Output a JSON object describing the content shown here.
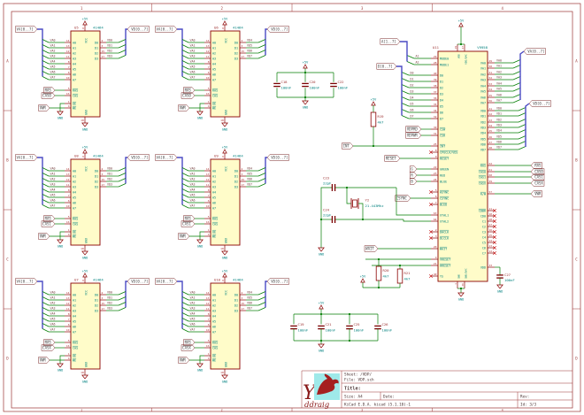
{
  "colors": {
    "wire": "#007c00",
    "bus": "#4a4ac4",
    "component_outline": "#8a0000",
    "component_fill": "#fffcc9",
    "pin_number": "#b03535",
    "pin_name": "#00807e",
    "reference": "#9c2f2f",
    "value_text": "#00807e",
    "frame": "#9c3434",
    "logo_cyan": "#9fe9e9",
    "logo_red": "#8a1a1a"
  },
  "power": {
    "vcc": "+5V",
    "gnd": "GND"
  },
  "sheet": {
    "rows": [
      "A",
      "B",
      "C",
      "D"
    ],
    "cols": [
      "1",
      "2",
      "3",
      "4"
    ]
  },
  "title_block": {
    "sheet": "Sheet: /VDP/",
    "file": "File: VDP.sch",
    "title": "Title:",
    "size": "Size: A4",
    "date": "Date:",
    "rev": "Rev:",
    "kicad": "KiCad E.D.A.  kicad (5.1.10)-1",
    "id": "Id: 3/3",
    "logo_y": "Y",
    "logo_name": "ddraig"
  },
  "dram": {
    "value": "41464",
    "bus_left": "VA[0..7]",
    "bus_right": "VD[0..7]",
    "vcc_pin": {
      "num": "9",
      "name": "VCC"
    },
    "gnd_pin": {
      "num": "18",
      "name": "GND"
    },
    "addr_pins": [
      {
        "num": "14",
        "name": "A0",
        "signal": "VA0"
      },
      {
        "num": "13",
        "name": "A1",
        "signal": "VA1"
      },
      {
        "num": "12",
        "name": "A2",
        "signal": "VA2"
      },
      {
        "num": "11",
        "name": "A3",
        "signal": "VA3"
      },
      {
        "num": "8",
        "name": "A4",
        "signal": "VA4"
      },
      {
        "num": "7",
        "name": "A5",
        "signal": "VA5"
      },
      {
        "num": "6",
        "name": "A6",
        "signal": "VA6"
      },
      {
        "num": "10",
        "name": "A7",
        "signal": "VA7"
      }
    ],
    "ras_pin": {
      "num": "5",
      "name": "RAS",
      "signal": "RAS"
    },
    "cas_pin": {
      "num": "16",
      "name": "CAS"
    },
    "oe_pin": {
      "num": "1",
      "name": "OE"
    },
    "we_pin": {
      "num": "4",
      "name": "WE",
      "signal": "VWR"
    },
    "data_pins": [
      {
        "num": "2",
        "name": "D0"
      },
      {
        "num": "3",
        "name": "D1"
      },
      {
        "num": "15",
        "name": "D2"
      },
      {
        "num": "17",
        "name": "D3"
      }
    ],
    "chips": [
      {
        "ref": "U5",
        "cas": "CAS0",
        "outputs": [
          "VD0",
          "VD1",
          "VD2",
          "VD3"
        ]
      },
      {
        "ref": "U6",
        "cas": "CAS0",
        "outputs": [
          "VD4",
          "VD5",
          "VD6",
          "VD7"
        ]
      },
      {
        "ref": "U8",
        "cas": "CAS1",
        "outputs": [
          "VD0",
          "VD1",
          "VD2",
          "VD3"
        ]
      },
      {
        "ref": "U9",
        "cas": "CAS1",
        "outputs": [
          "VD4",
          "VD5",
          "VD6",
          "VD7"
        ]
      },
      {
        "ref": "U7",
        "cas": "CASX",
        "outputs": [
          "VD0",
          "VD1",
          "VD2",
          "VD3"
        ]
      },
      {
        "ref": "U10",
        "cas": "CASX",
        "outputs": [
          "VD4",
          "VD5",
          "VD6",
          "VD7"
        ]
      }
    ]
  },
  "vdp": {
    "ref": "U11",
    "value": "V9958",
    "top_pins": [
      {
        "num": "19",
        "name": "VDD"
      },
      {
        "num": "27",
        "name": "VDD/DAC"
      }
    ],
    "bottom_pins": [
      {
        "num": "1",
        "name": "GND"
      },
      {
        "num": "26",
        "name": "GND/DAC"
      }
    ],
    "bus_a": {
      "label": "A[1..7]",
      "wires": [
        "A1",
        "A2"
      ]
    },
    "bus_d": {
      "label": "D[0..7]",
      "wires": [
        "D0",
        "D1",
        "D2",
        "D3",
        "D4",
        "D5",
        "D6",
        "D7"
      ]
    },
    "bus_va": {
      "label": "VA[0..7]",
      "wires": [
        "VA0",
        "VA1",
        "VA2",
        "VA3",
        "VA4",
        "VA5",
        "VA6",
        "VA7"
      ]
    },
    "bus_vd": {
      "label": "VD[0..7]",
      "wires": [
        "VD0",
        "VD1",
        "VD2",
        "VD3",
        "VD4",
        "VD5",
        "VD6",
        "VD7"
      ]
    },
    "left_pins": [
      {
        "num": "29",
        "name": "MODE0"
      },
      {
        "num": "28",
        "name": "MODE1"
      },
      {
        "num": "40",
        "name": "D0"
      },
      {
        "num": "39",
        "name": "D1"
      },
      {
        "num": "38",
        "name": "D2"
      },
      {
        "num": "37",
        "name": "D3"
      },
      {
        "num": "36",
        "name": "D4"
      },
      {
        "num": "35",
        "name": "D5"
      },
      {
        "num": "34",
        "name": "D6"
      },
      {
        "num": "32",
        "name": "D7"
      },
      {
        "num": "30",
        "name": "CSW",
        "ovl": true,
        "label": "VDPRD",
        "label_ovl": true
      },
      {
        "num": "31",
        "name": "CSR",
        "ovl": true,
        "label": "VDPWR",
        "label_ovl": true
      },
      {
        "num": "25",
        "name": "INT",
        "ovl": true,
        "label": "INT",
        "label_ovl": true
      },
      {
        "num": "8",
        "name": "CPUCLK/VDS",
        "ovl": true,
        "nc": true
      },
      {
        "num": "9",
        "name": "RESET",
        "ovl": true,
        "label": "RESET",
        "label_ovl": true
      },
      {
        "num": "22",
        "name": "GREEN",
        "label": "G"
      },
      {
        "num": "23",
        "name": "RED",
        "label": "R"
      },
      {
        "num": "24",
        "name": "BLUE",
        "label": "B"
      },
      {
        "num": "5",
        "name": "HSYNC",
        "ovl": true,
        "nc": true
      },
      {
        "num": "6",
        "name": "CSYNC",
        "ovl": true,
        "label": "CSYNC",
        "label_ovl": true
      },
      {
        "num": "7",
        "name": "BLED",
        "ovl": true,
        "nc": true
      },
      {
        "num": "63",
        "name": "XTAL1"
      },
      {
        "num": "64",
        "name": "XTAL2"
      },
      {
        "num": "2",
        "name": "DHCLK",
        "ovl": true,
        "nc": true
      },
      {
        "num": "3",
        "name": "DLCLK",
        "ovl": true,
        "nc": true
      },
      {
        "num": "20",
        "name": "WAIT",
        "ovl": true,
        "label": "WAIT",
        "label_ovl": true
      },
      {
        "num": "4",
        "name": "VRESET",
        "ovl": true
      },
      {
        "num": "21",
        "name": "HRESET",
        "ovl": true
      },
      {
        "num": "40",
        "name": "YS",
        "nc": true
      }
    ],
    "right_pins": [
      {
        "num": "49",
        "name": "VA0"
      },
      {
        "num": "50",
        "name": "VA1"
      },
      {
        "num": "51",
        "name": "VA2"
      },
      {
        "num": "52",
        "name": "VA3"
      },
      {
        "num": "53",
        "name": "VA4"
      },
      {
        "num": "54",
        "name": "VA5"
      },
      {
        "num": "55",
        "name": "VA6"
      },
      {
        "num": "56",
        "name": "VA7"
      },
      {
        "num": "41",
        "name": "VD0"
      },
      {
        "num": "42",
        "name": "VD1"
      },
      {
        "num": "43",
        "name": "VD2"
      },
      {
        "num": "44",
        "name": "VD3"
      },
      {
        "num": "45",
        "name": "VD4"
      },
      {
        "num": "46",
        "name": "VD5"
      },
      {
        "num": "47",
        "name": "VD6"
      },
      {
        "num": "48",
        "name": "VD7"
      },
      {
        "num": "62",
        "name": "RAS",
        "ovl": true,
        "label": "RAS",
        "label_ovl": true
      },
      {
        "num": "61",
        "name": "CAS0",
        "ovl": true,
        "label": "CAS0",
        "label_ovl": true
      },
      {
        "num": "60",
        "name": "CAS1",
        "ovl": true,
        "label": "CAS1",
        "label_ovl": true
      },
      {
        "num": "59",
        "name": "CASX",
        "ovl": true,
        "label": "CASX",
        "label_ovl": true
      },
      {
        "num": "57",
        "name": "R/W",
        "ovl": true,
        "label": "VWR",
        "label_ovl": true
      },
      {
        "num": "11",
        "name": "CDBR",
        "ovl": true,
        "nc": true
      },
      {
        "num": "10",
        "name": "CD0",
        "nc": true
      },
      {
        "num": "18",
        "name": "C1",
        "nc": true
      },
      {
        "num": "17",
        "name": "C2",
        "nc": true
      },
      {
        "num": "16",
        "name": "C3",
        "nc": true
      },
      {
        "num": "15",
        "name": "C4",
        "nc": true
      },
      {
        "num": "14",
        "name": "C5",
        "nc": true
      },
      {
        "num": "13",
        "name": "C6",
        "nc": true
      },
      {
        "num": "12",
        "name": "C7",
        "nc": true
      },
      {
        "num": "33",
        "name": "VDD"
      }
    ]
  },
  "caps_top": [
    {
      "ref": "C18",
      "value": "100nF"
    },
    {
      "ref": "C20",
      "value": "100nF"
    },
    {
      "ref": "C22",
      "value": "100nF"
    }
  ],
  "caps_bottom": [
    {
      "ref": "C19",
      "value": "100nF"
    },
    {
      "ref": "C21",
      "value": "100nF"
    },
    {
      "ref": "C25",
      "value": "100nF"
    },
    {
      "ref": "C26",
      "value": "100nF"
    }
  ],
  "xtal_caps": [
    {
      "ref": "C23",
      "value": "22pF"
    },
    {
      "ref": "C24",
      "value": "22pF"
    }
  ],
  "crystal": {
    "ref": "Y2",
    "value": "21.443Mhz"
  },
  "c27": {
    "ref": "C27",
    "value": "100nF"
  },
  "resistors": [
    {
      "ref": "R19",
      "value": "4k7"
    },
    {
      "ref": "R20",
      "value": "4k7"
    },
    {
      "ref": "R21",
      "value": "4k7"
    }
  ]
}
